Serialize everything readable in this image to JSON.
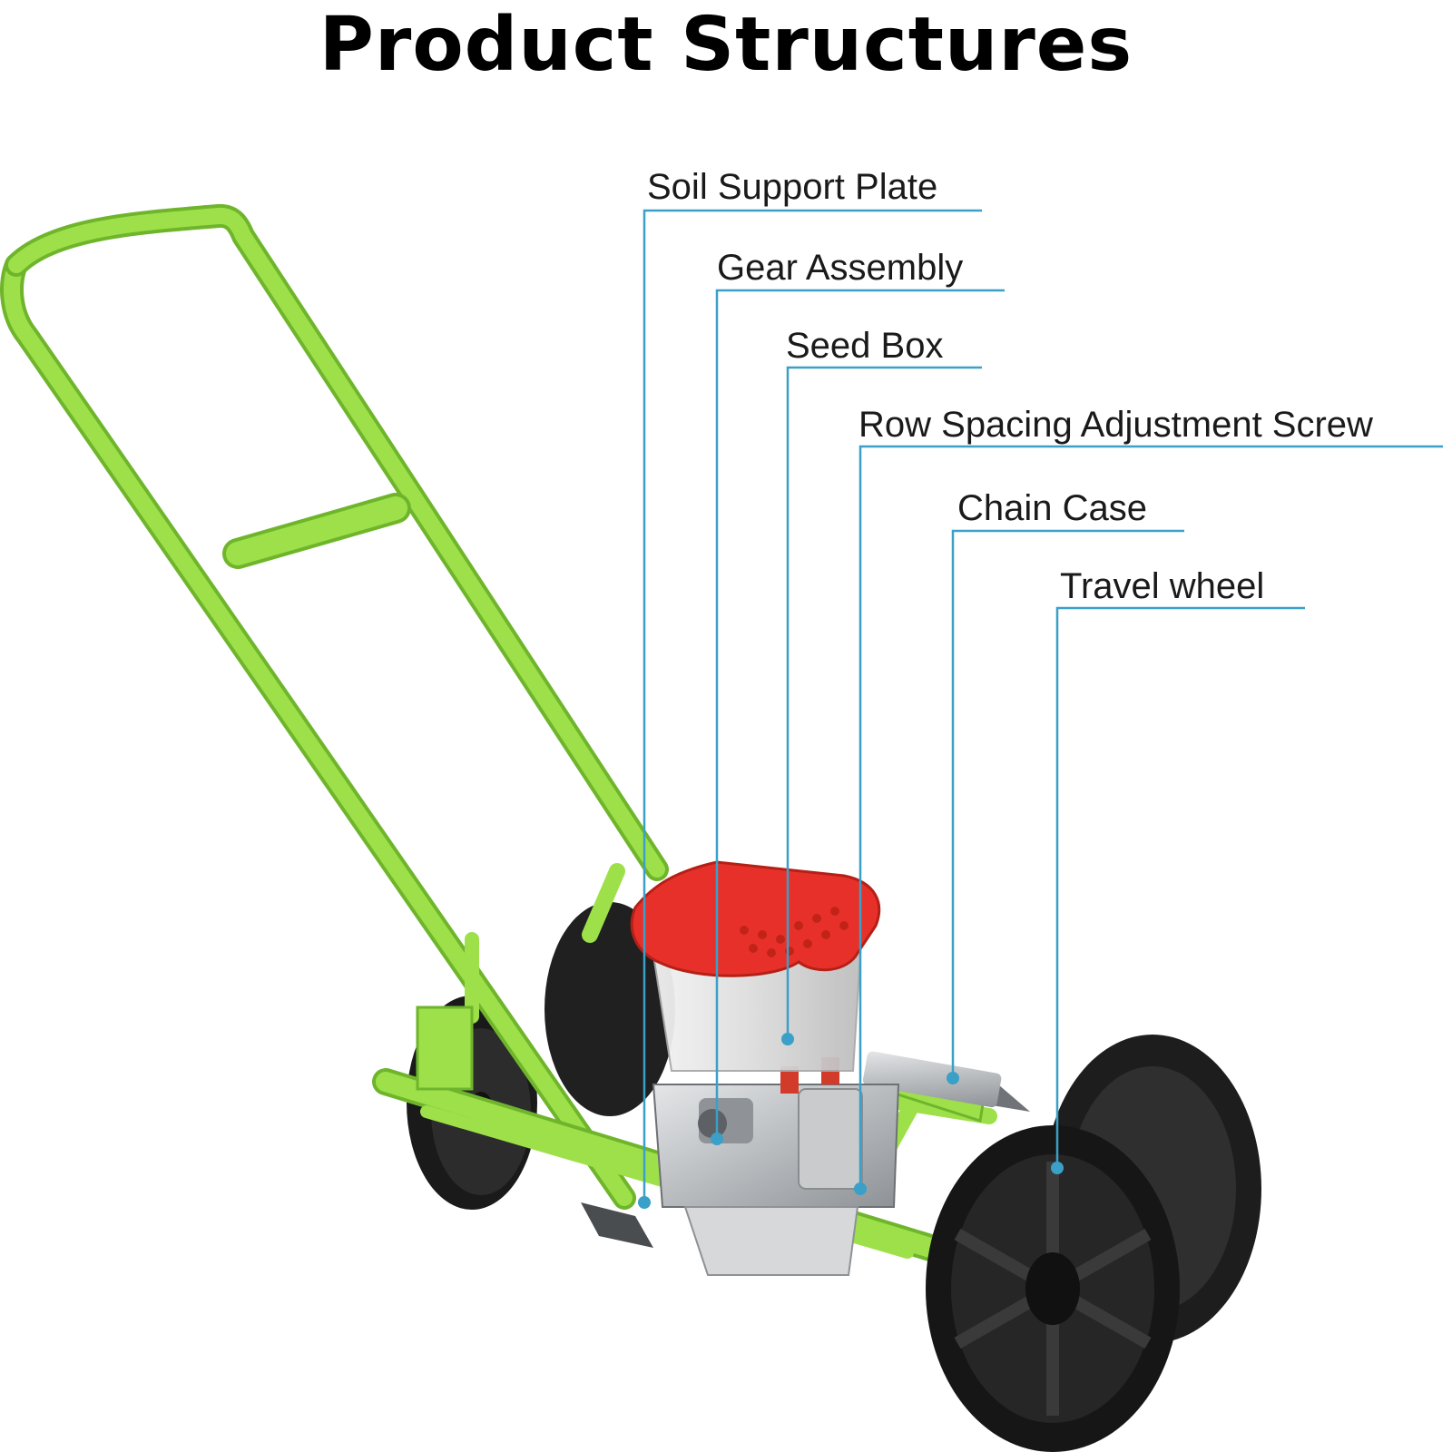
{
  "title": "Product Structures",
  "callouts": [
    {
      "id": "soil-support-plate",
      "label": "Soil Support Plate"
    },
    {
      "id": "gear-assembly",
      "label": "Gear Assembly"
    },
    {
      "id": "seed-box",
      "label": "Seed Box"
    },
    {
      "id": "row-spacing-adjustment-screw",
      "label": "Row Spacing Adjustment Screw"
    },
    {
      "id": "chain-case",
      "label": "Chain Case"
    },
    {
      "id": "travel-wheel",
      "label": "Travel wheel"
    }
  ],
  "colors": {
    "frame": "#9ee04a",
    "frame_dark": "#6fb52c",
    "hopper_lid": "#e8302a",
    "wheel": "#1c1c1c",
    "leader_line": "#3aa0c8",
    "metal": "#b9bcc0"
  }
}
